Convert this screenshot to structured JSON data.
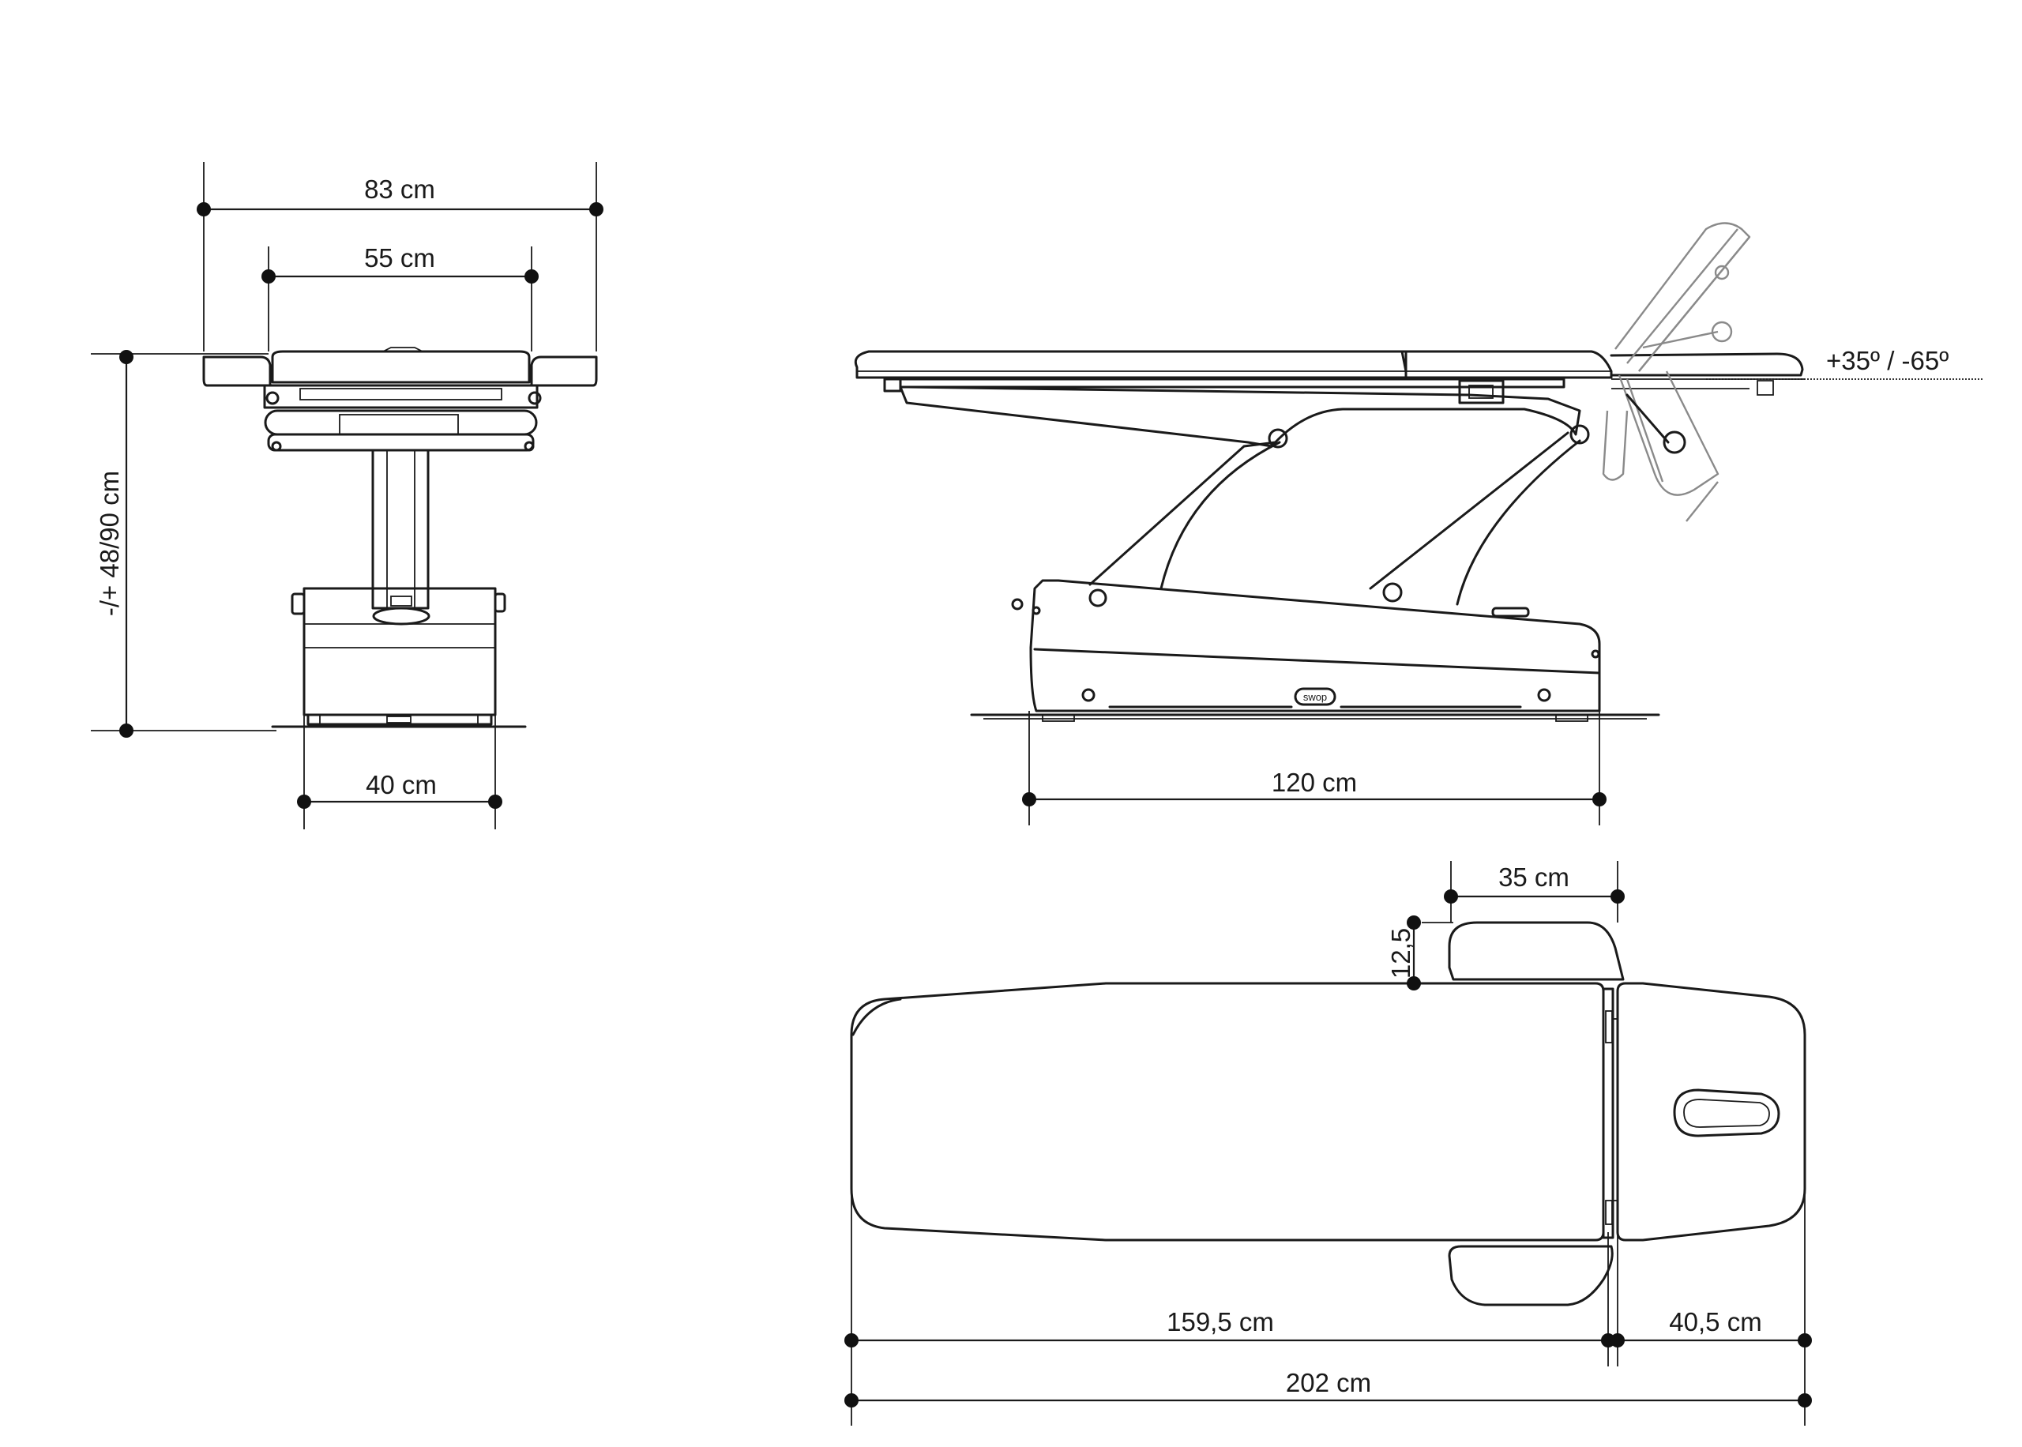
{
  "dimensions": {
    "front_top_width": "83 cm",
    "front_pad_width": "55 cm",
    "front_height": "-/+ 48/90 cm",
    "front_base_width": "40 cm",
    "side_base_length": "120 cm",
    "side_headrest_angle": "+35º / -65º",
    "top_armrest_width": "35 cm",
    "top_armrest_depth": "12,5",
    "top_body_length": "159,5 cm",
    "top_head_length": "40,5 cm",
    "top_total_length": "202 cm"
  },
  "brand_label": "swop"
}
